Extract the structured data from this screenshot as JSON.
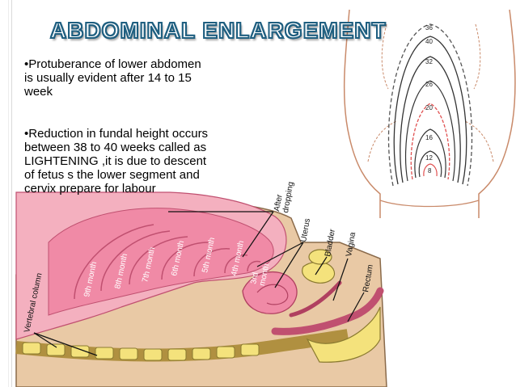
{
  "slide": {
    "title": "ABDOMINAL ENLARGEMENT",
    "bullets": [
      "•Protuberance of lower abdomen\nis usually evident after 14 to 15\nweek",
      "•Reduction in fundal height occurs\nbetween 38 to 40 weeks called as\nLIGHTENING ,it is due to descent\nof fetus s the lower segment and\ncervix prepare for labour"
    ]
  },
  "fundal_diagram": {
    "week_labels": [
      "36",
      "40",
      "32",
      "26",
      "20",
      "16",
      "12",
      "8"
    ]
  },
  "sagittal_diagram": {
    "labels": {
      "after_dropping": "After\ndropping",
      "uterus": "Uterus",
      "bladder": "Bladder",
      "vagina": "Vagina",
      "rectum": "Rectum",
      "vertebral_column": "Vertebral column",
      "month9": "9th month",
      "month8": "8th month",
      "month7": "7th month",
      "month6": "6th month",
      "month5": "5th month",
      "month4": "4th month",
      "month3": "3rd\nmonth"
    }
  },
  "colors": {
    "title_outline": "#1f5f80",
    "uterus_pink": "#f08aa6",
    "tissue_pink": "#f4b0bf",
    "skin_tan": "#e9c9a5",
    "bone_yellow": "#f4e27c",
    "contour_red": "#e05050"
  }
}
